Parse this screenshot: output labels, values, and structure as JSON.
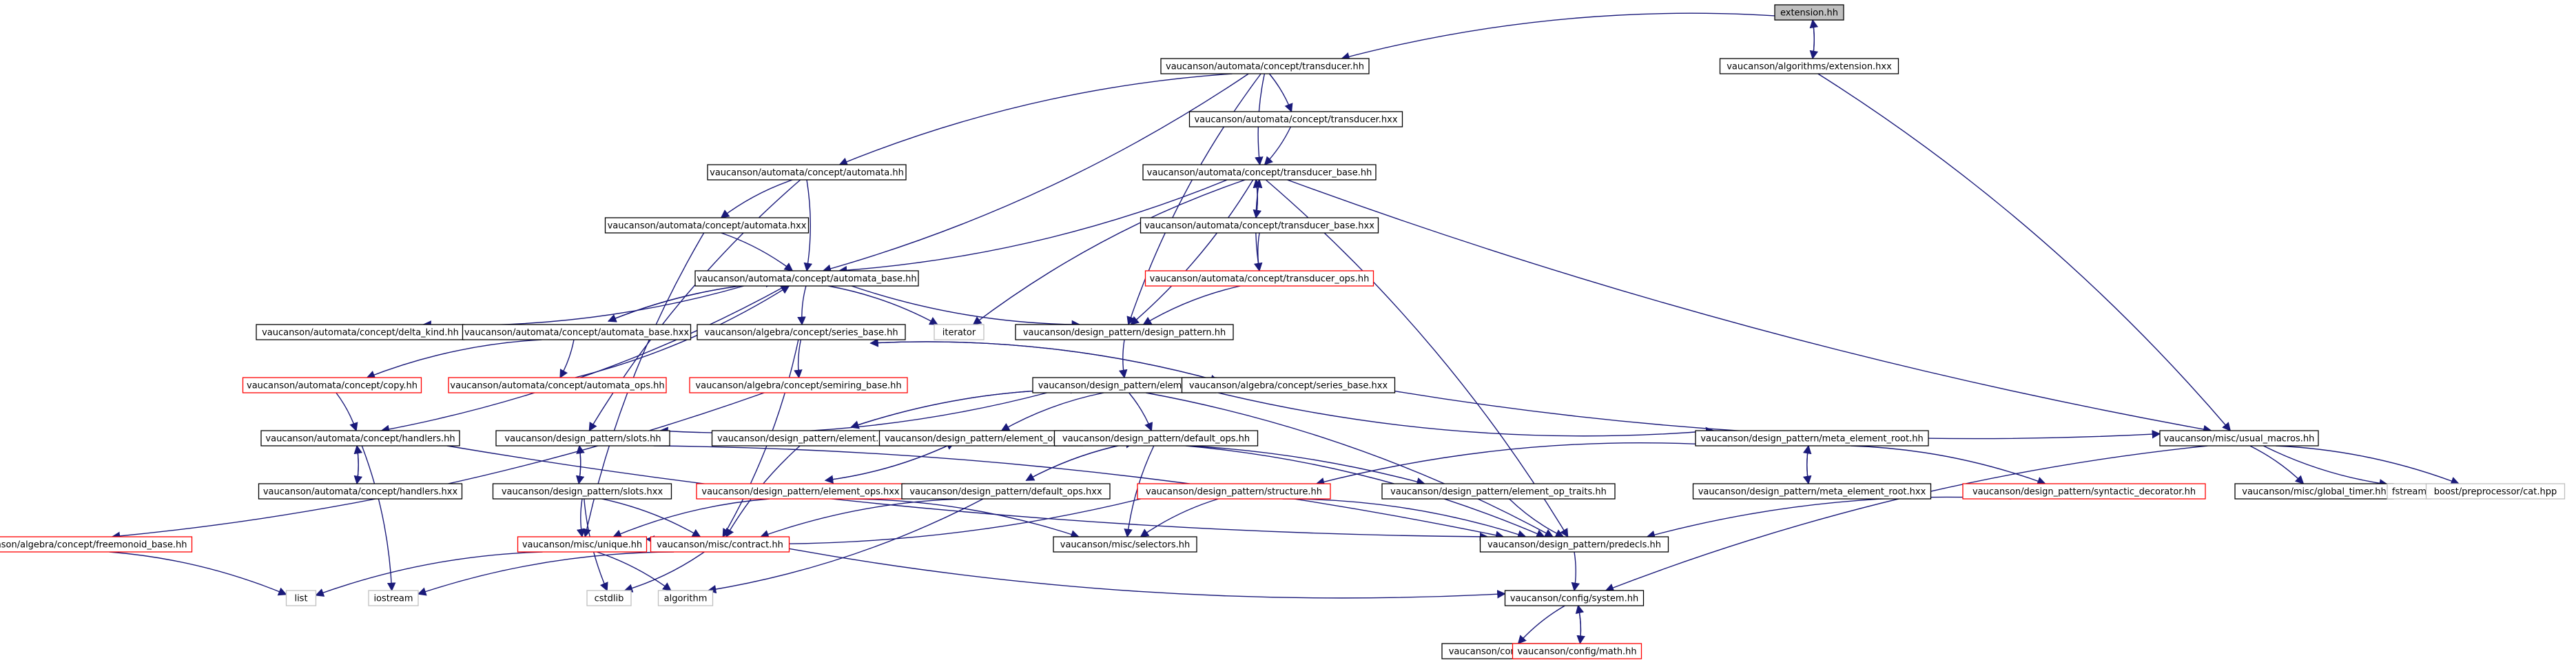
{
  "graph": {
    "nodes": [
      {
        "id": "extension_hh",
        "label": "extension.hh",
        "style": "root"
      },
      {
        "id": "transducer_hh",
        "label": "vaucanson/automata/concept/transducer.hh",
        "style": "normal"
      },
      {
        "id": "algo_extension_hxx",
        "label": "vaucanson/algorithms/extension.hxx",
        "style": "normal"
      },
      {
        "id": "automata_hh",
        "label": "vaucanson/automata/concept/automata.hh",
        "style": "normal"
      },
      {
        "id": "transducer_hxx",
        "label": "vaucanson/automata/concept/transducer.hxx",
        "style": "normal"
      },
      {
        "id": "transducer_base_hh",
        "label": "vaucanson/automata/concept/transducer_base.hh",
        "style": "normal"
      },
      {
        "id": "automata_hxx",
        "label": "vaucanson/automata/concept/automata.hxx",
        "style": "normal"
      },
      {
        "id": "transducer_base_hxx",
        "label": "vaucanson/automata/concept/transducer_base.hxx",
        "style": "normal"
      },
      {
        "id": "automata_base_hh",
        "label": "vaucanson/automata/concept/automata_base.hh",
        "style": "normal"
      },
      {
        "id": "transducer_ops_hh",
        "label": "vaucanson/automata/concept/transducer_ops.hh",
        "style": "red"
      },
      {
        "id": "delta_kind_hh",
        "label": "vaucanson/automata/concept/delta_kind.hh",
        "style": "normal"
      },
      {
        "id": "automata_base_hxx",
        "label": "vaucanson/automata/concept/automata_base.hxx",
        "style": "normal"
      },
      {
        "id": "series_base_hh",
        "label": "vaucanson/algebra/concept/series_base.hh",
        "style": "normal"
      },
      {
        "id": "iterator",
        "label": "iterator",
        "style": "gray"
      },
      {
        "id": "design_pattern_hh",
        "label": "vaucanson/design_pattern/design_pattern.hh",
        "style": "normal"
      },
      {
        "id": "copy_hh",
        "label": "vaucanson/automata/concept/copy.hh",
        "style": "red"
      },
      {
        "id": "automata_ops_hh",
        "label": "vaucanson/automata/concept/automata_ops.hh",
        "style": "red"
      },
      {
        "id": "semiring_base_hh",
        "label": "vaucanson/algebra/concept/semiring_base.hh",
        "style": "red"
      },
      {
        "id": "element_hh",
        "label": "vaucanson/design_pattern/element.hh",
        "style": "normal"
      },
      {
        "id": "series_base_hxx",
        "label": "vaucanson/algebra/concept/series_base.hxx",
        "style": "normal"
      },
      {
        "id": "handlers_hh",
        "label": "vaucanson/automata/concept/handlers.hh",
        "style": "normal"
      },
      {
        "id": "slots_hh",
        "label": "vaucanson/design_pattern/slots.hh",
        "style": "normal"
      },
      {
        "id": "element_hxx",
        "label": "vaucanson/design_pattern/element.hxx",
        "style": "normal"
      },
      {
        "id": "element_ops_hh",
        "label": "vaucanson/design_pattern/element_ops.hh",
        "style": "normal"
      },
      {
        "id": "default_ops_hh",
        "label": "vaucanson/design_pattern/default_ops.hh",
        "style": "normal"
      },
      {
        "id": "meta_element_root_hh",
        "label": "vaucanson/design_pattern/meta_element_root.hh",
        "style": "normal"
      },
      {
        "id": "usual_macros_hh",
        "label": "vaucanson/misc/usual_macros.hh",
        "style": "normal"
      },
      {
        "id": "handlers_hxx",
        "label": "vaucanson/automata/concept/handlers.hxx",
        "style": "normal"
      },
      {
        "id": "slots_hxx",
        "label": "vaucanson/design_pattern/slots.hxx",
        "style": "normal"
      },
      {
        "id": "element_ops_hxx",
        "label": "vaucanson/design_pattern/element_ops.hxx",
        "style": "red"
      },
      {
        "id": "default_ops_hxx",
        "label": "vaucanson/design_pattern/default_ops.hxx",
        "style": "normal"
      },
      {
        "id": "structure_hh",
        "label": "vaucanson/design_pattern/structure.hh",
        "style": "red"
      },
      {
        "id": "element_op_traits_hh",
        "label": "vaucanson/design_pattern/element_op_traits.hh",
        "style": "normal"
      },
      {
        "id": "meta_element_root_hxx",
        "label": "vaucanson/design_pattern/meta_element_root.hxx",
        "style": "normal"
      },
      {
        "id": "syntactic_decorator_hh",
        "label": "vaucanson/design_pattern/syntactic_decorator.hh",
        "style": "red"
      },
      {
        "id": "global_timer_hh",
        "label": "vaucanson/misc/global_timer.hh",
        "style": "normal"
      },
      {
        "id": "fstream",
        "label": "fstream",
        "style": "gray"
      },
      {
        "id": "boost_cast_hpp",
        "label": "boost/preprocessor/cat.hpp",
        "style": "gray"
      },
      {
        "id": "freemonoid_base_hh",
        "label": "vaucanson/algebra/concept/freemonoid_base.hh",
        "style": "red"
      },
      {
        "id": "unique_hh",
        "label": "vaucanson/misc/unique.hh",
        "style": "red"
      },
      {
        "id": "contract_hh",
        "label": "vaucanson/misc/contract.hh",
        "style": "red"
      },
      {
        "id": "selectors_hh",
        "label": "vaucanson/misc/selectors.hh",
        "style": "normal"
      },
      {
        "id": "predecls_hh",
        "label": "vaucanson/design_pattern/predecls.hh",
        "style": "normal"
      },
      {
        "id": "list",
        "label": "list",
        "style": "gray"
      },
      {
        "id": "iostream",
        "label": "iostream",
        "style": "gray"
      },
      {
        "id": "cstdlib",
        "label": "cstdlib",
        "style": "gray"
      },
      {
        "id": "algorithm",
        "label": "algorithm",
        "style": "gray"
      },
      {
        "id": "system_hh",
        "label": "vaucanson/config/system.hh",
        "style": "normal"
      },
      {
        "id": "pconf_hh",
        "label": "vaucanson/config/pconf.hh",
        "style": "normal"
      },
      {
        "id": "math_hh",
        "label": "vaucanson/config/math.hh",
        "style": "red"
      }
    ],
    "edges": [
      [
        "extension_hh",
        "transducer_hh"
      ],
      [
        "extension_hh",
        "algo_extension_hxx"
      ],
      [
        "algo_extension_hxx",
        "extension_hh"
      ],
      [
        "algo_extension_hxx",
        "usual_macros_hh"
      ],
      [
        "transducer_hh",
        "automata_hh"
      ],
      [
        "transducer_hh",
        "transducer_hxx"
      ],
      [
        "transducer_hh",
        "transducer_base_hh"
      ],
      [
        "transducer_hh",
        "automata_base_hh"
      ],
      [
        "transducer_hh",
        "design_pattern_hh"
      ],
      [
        "transducer_hxx",
        "transducer_base_hh"
      ],
      [
        "automata_hh",
        "automata_hxx"
      ],
      [
        "automata_hh",
        "automata_base_hh"
      ],
      [
        "automata_hh",
        "slots_hh"
      ],
      [
        "automata_hxx",
        "automata_base_hh"
      ],
      [
        "automata_hxx",
        "unique_hh"
      ],
      [
        "transducer_base_hh",
        "transducer_base_hxx"
      ],
      [
        "transducer_base_hxx",
        "transducer_base_hh"
      ],
      [
        "transducer_base_hh",
        "automata_base_hh"
      ],
      [
        "transducer_base_hh",
        "iterator"
      ],
      [
        "transducer_base_hh",
        "design_pattern_hh"
      ],
      [
        "transducer_base_hh",
        "usual_macros_hh"
      ],
      [
        "transducer_base_hh",
        "predecls_hh"
      ],
      [
        "transducer_base_hxx",
        "transducer_ops_hh"
      ],
      [
        "transducer_ops_hh",
        "transducer_base_hh"
      ],
      [
        "transducer_ops_hh",
        "design_pattern_hh"
      ],
      [
        "automata_base_hh",
        "delta_kind_hh"
      ],
      [
        "automata_base_hh",
        "automata_base_hxx"
      ],
      [
        "automata_base_hxx",
        "automata_base_hh"
      ],
      [
        "automata_base_hh",
        "series_base_hh"
      ],
      [
        "automata_base_hh",
        "iterator"
      ],
      [
        "automata_base_hh",
        "design_pattern_hh"
      ],
      [
        "automata_base_hh",
        "handlers_hh"
      ],
      [
        "automata_base_hxx",
        "copy_hh"
      ],
      [
        "automata_base_hxx",
        "automata_ops_hh"
      ],
      [
        "automata_ops_hh",
        "automata_base_hh"
      ],
      [
        "copy_hh",
        "handlers_hh"
      ],
      [
        "series_base_hh",
        "semiring_base_hh"
      ],
      [
        "series_base_hh",
        "series_base_hxx"
      ],
      [
        "series_base_hxx",
        "series_base_hh"
      ],
      [
        "series_base_hh",
        "contract_hh"
      ],
      [
        "series_base_hxx",
        "usual_macros_hh"
      ],
      [
        "semiring_base_hh",
        "freemonoid_base_hh"
      ],
      [
        "design_pattern_hh",
        "element_hh"
      ],
      [
        "element_hh",
        "slots_hh"
      ],
      [
        "element_hh",
        "element_hxx"
      ],
      [
        "element_hxx",
        "element_hh"
      ],
      [
        "element_hh",
        "element_ops_hh"
      ],
      [
        "element_hh",
        "default_ops_hh"
      ],
      [
        "element_hh",
        "meta_element_root_hh"
      ],
      [
        "element_hh",
        "predecls_hh"
      ],
      [
        "element_hxx",
        "contract_hh"
      ],
      [
        "handlers_hh",
        "handlers_hxx"
      ],
      [
        "handlers_hxx",
        "handlers_hh"
      ],
      [
        "handlers_hh",
        "iostream"
      ],
      [
        "handlers_hh",
        "predecls_hh"
      ],
      [
        "slots_hh",
        "slots_hxx"
      ],
      [
        "slots_hxx",
        "slots_hh"
      ],
      [
        "slots_hh",
        "predecls_hh"
      ],
      [
        "slots_hxx",
        "unique_hh"
      ],
      [
        "slots_hxx",
        "contract_hh"
      ],
      [
        "slots_hxx",
        "cstdlib"
      ],
      [
        "element_ops_hh",
        "element_ops_hxx"
      ],
      [
        "element_ops_hxx",
        "element_ops_hh"
      ],
      [
        "element_ops_hh",
        "element_op_traits_hh"
      ],
      [
        "element_ops_hxx",
        "unique_hh"
      ],
      [
        "element_ops_hxx",
        "selectors_hh"
      ],
      [
        "default_ops_hh",
        "default_ops_hxx"
      ],
      [
        "default_ops_hxx",
        "default_ops_hh"
      ],
      [
        "default_ops_hh",
        "selectors_hh"
      ],
      [
        "default_ops_hh",
        "predecls_hh"
      ],
      [
        "default_ops_hxx",
        "contract_hh"
      ],
      [
        "default_ops_hxx",
        "algorithm"
      ],
      [
        "meta_element_root_hh",
        "meta_element_root_hxx"
      ],
      [
        "meta_element_root_hxx",
        "meta_element_root_hh"
      ],
      [
        "meta_element_root_hh",
        "structure_hh"
      ],
      [
        "meta_element_root_hh",
        "syntactic_decorator_hh"
      ],
      [
        "syntactic_decorator_hh",
        "predecls_hh"
      ],
      [
        "structure_hh",
        "unique_hh"
      ],
      [
        "structure_hh",
        "selectors_hh"
      ],
      [
        "structure_hh",
        "predecls_hh"
      ],
      [
        "element_op_traits_hh",
        "predecls_hh"
      ],
      [
        "usual_macros_hh",
        "global_timer_hh"
      ],
      [
        "usual_macros_hh",
        "fstream"
      ],
      [
        "usual_macros_hh",
        "boost_cast_hpp"
      ],
      [
        "usual_macros_hh",
        "system_hh"
      ],
      [
        "freemonoid_base_hh",
        "list"
      ],
      [
        "unique_hh",
        "list"
      ],
      [
        "unique_hh",
        "algorithm"
      ],
      [
        "contract_hh",
        "iostream"
      ],
      [
        "contract_hh",
        "cstdlib"
      ],
      [
        "contract_hh",
        "system_hh"
      ],
      [
        "predecls_hh",
        "system_hh"
      ],
      [
        "system_hh",
        "pconf_hh"
      ],
      [
        "system_hh",
        "math_hh"
      ],
      [
        "math_hh",
        "system_hh"
      ]
    ],
    "colors": {
      "edge": "#1a1a7a",
      "node_border": "#000000",
      "red_border": "#ff0000",
      "gray_border": "#bfbfbf",
      "root_fill": "#bfbfbf",
      "fill": "#ffffff"
    }
  }
}
